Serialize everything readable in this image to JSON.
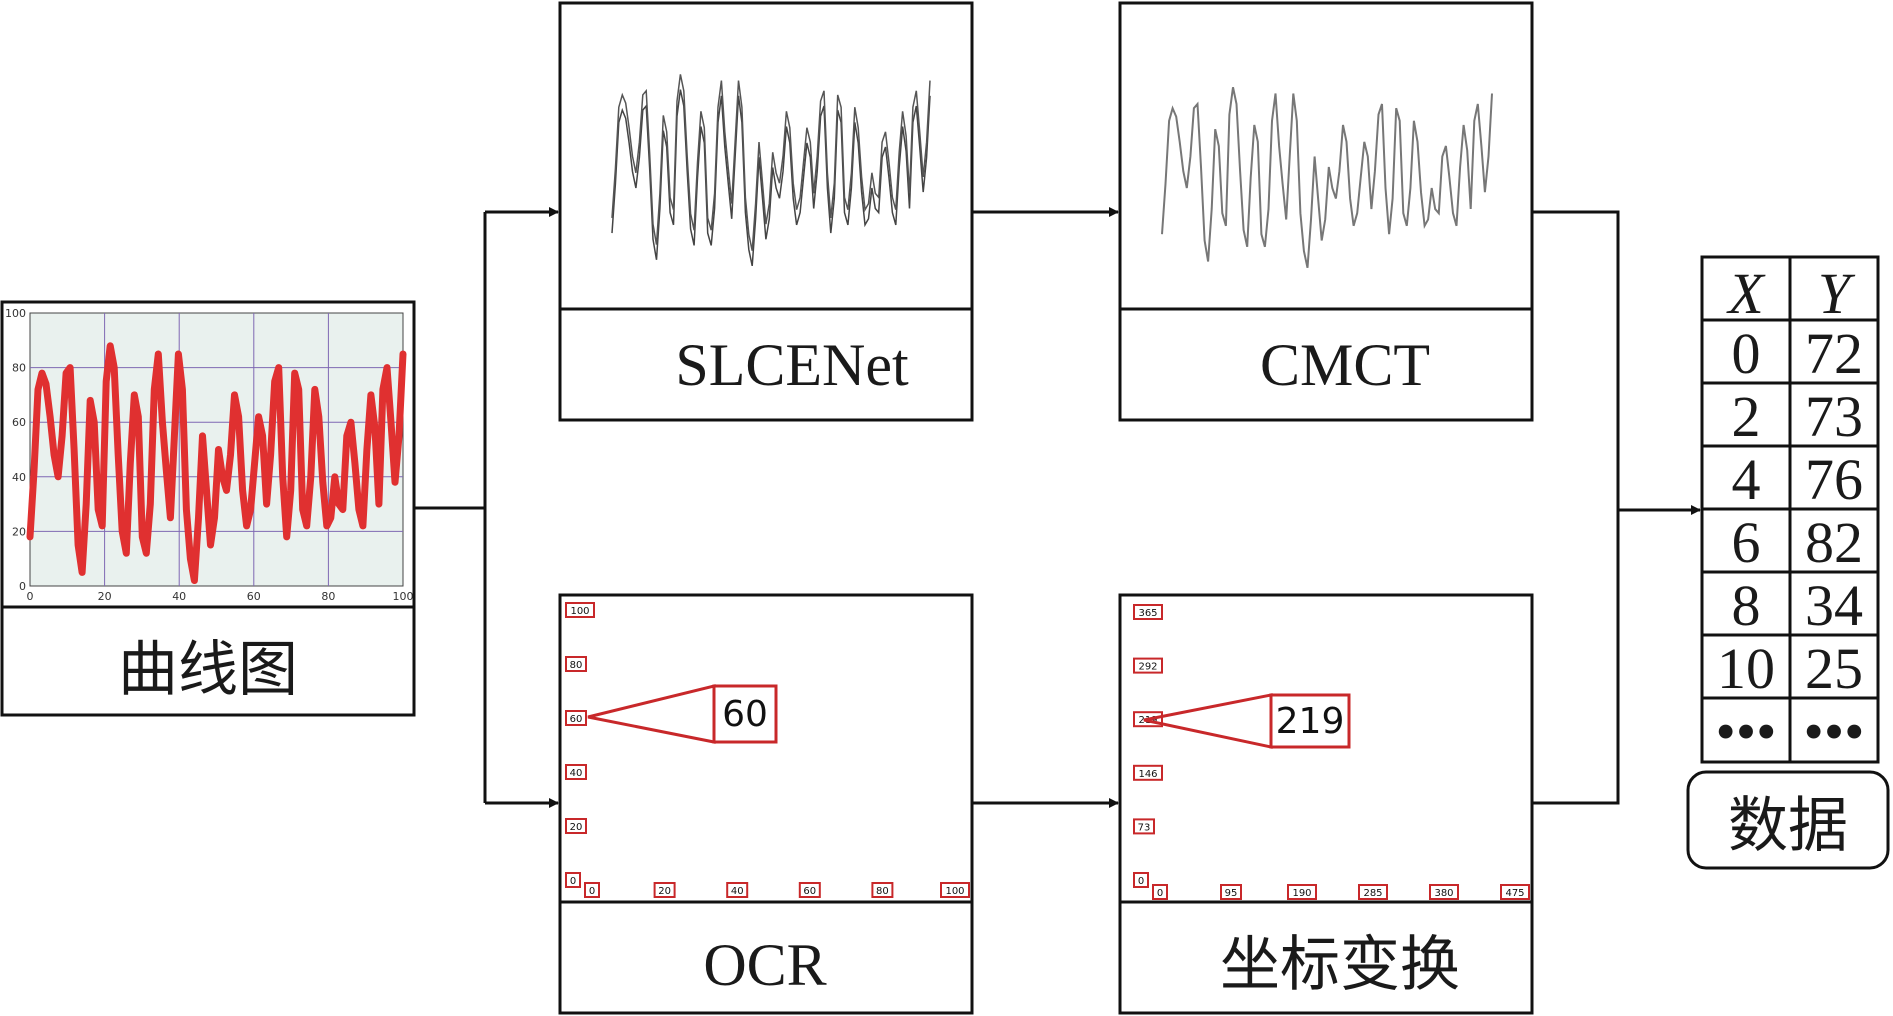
{
  "source_chart": {
    "title": "曲线图",
    "y_ticks": [
      "0",
      "20",
      "40",
      "60",
      "80",
      "100"
    ],
    "x_ticks": [
      "0",
      "20",
      "40",
      "60",
      "80",
      "100"
    ],
    "line_color": "#e03030",
    "y_values": [
      18,
      42,
      72,
      78,
      74,
      62,
      48,
      40,
      55,
      78,
      80,
      50,
      15,
      5,
      30,
      68,
      60,
      28,
      22,
      75,
      88,
      80,
      48,
      20,
      12,
      45,
      70,
      62,
      18,
      12,
      30,
      72,
      85,
      60,
      42,
      25,
      55,
      85,
      72,
      28,
      10,
      2,
      25,
      55,
      35,
      15,
      25,
      50,
      40,
      35,
      48,
      70,
      62,
      35,
      22,
      28,
      45,
      62,
      55,
      30,
      48,
      75,
      80,
      40,
      18,
      35,
      78,
      72,
      28,
      22,
      40,
      72,
      62,
      38,
      22,
      25,
      40,
      30,
      28,
      55,
      60,
      45,
      28,
      22,
      50,
      70,
      58,
      30,
      72,
      80,
      60,
      38,
      55,
      85
    ]
  },
  "slcenet": {
    "label": "SLCENet"
  },
  "cmct": {
    "label": "CMCT"
  },
  "ocr": {
    "label": "OCR",
    "y_ticks": [
      "100",
      "80",
      "60",
      "40",
      "20",
      "0"
    ],
    "x_ticks": [
      "0",
      "20",
      "40",
      "60",
      "80",
      "100"
    ],
    "zoom_value": "60",
    "accent": "#c8282a"
  },
  "transform": {
    "label": "坐标变换",
    "y_ticks": [
      "365",
      "292",
      "219",
      "146",
      "73",
      "0"
    ],
    "x_ticks": [
      "0",
      "95",
      "190",
      "285",
      "380",
      "475"
    ],
    "zoom_value": "219",
    "accent": "#c8282a"
  },
  "data_table": {
    "col_x": "X",
    "col_y": "Y",
    "rows": [
      [
        "0",
        "72"
      ],
      [
        "2",
        "73"
      ],
      [
        "4",
        "76"
      ],
      [
        "6",
        "82"
      ],
      [
        "8",
        "34"
      ],
      [
        "10",
        "25"
      ],
      [
        "•••",
        "•••"
      ]
    ],
    "caption": "数据"
  }
}
